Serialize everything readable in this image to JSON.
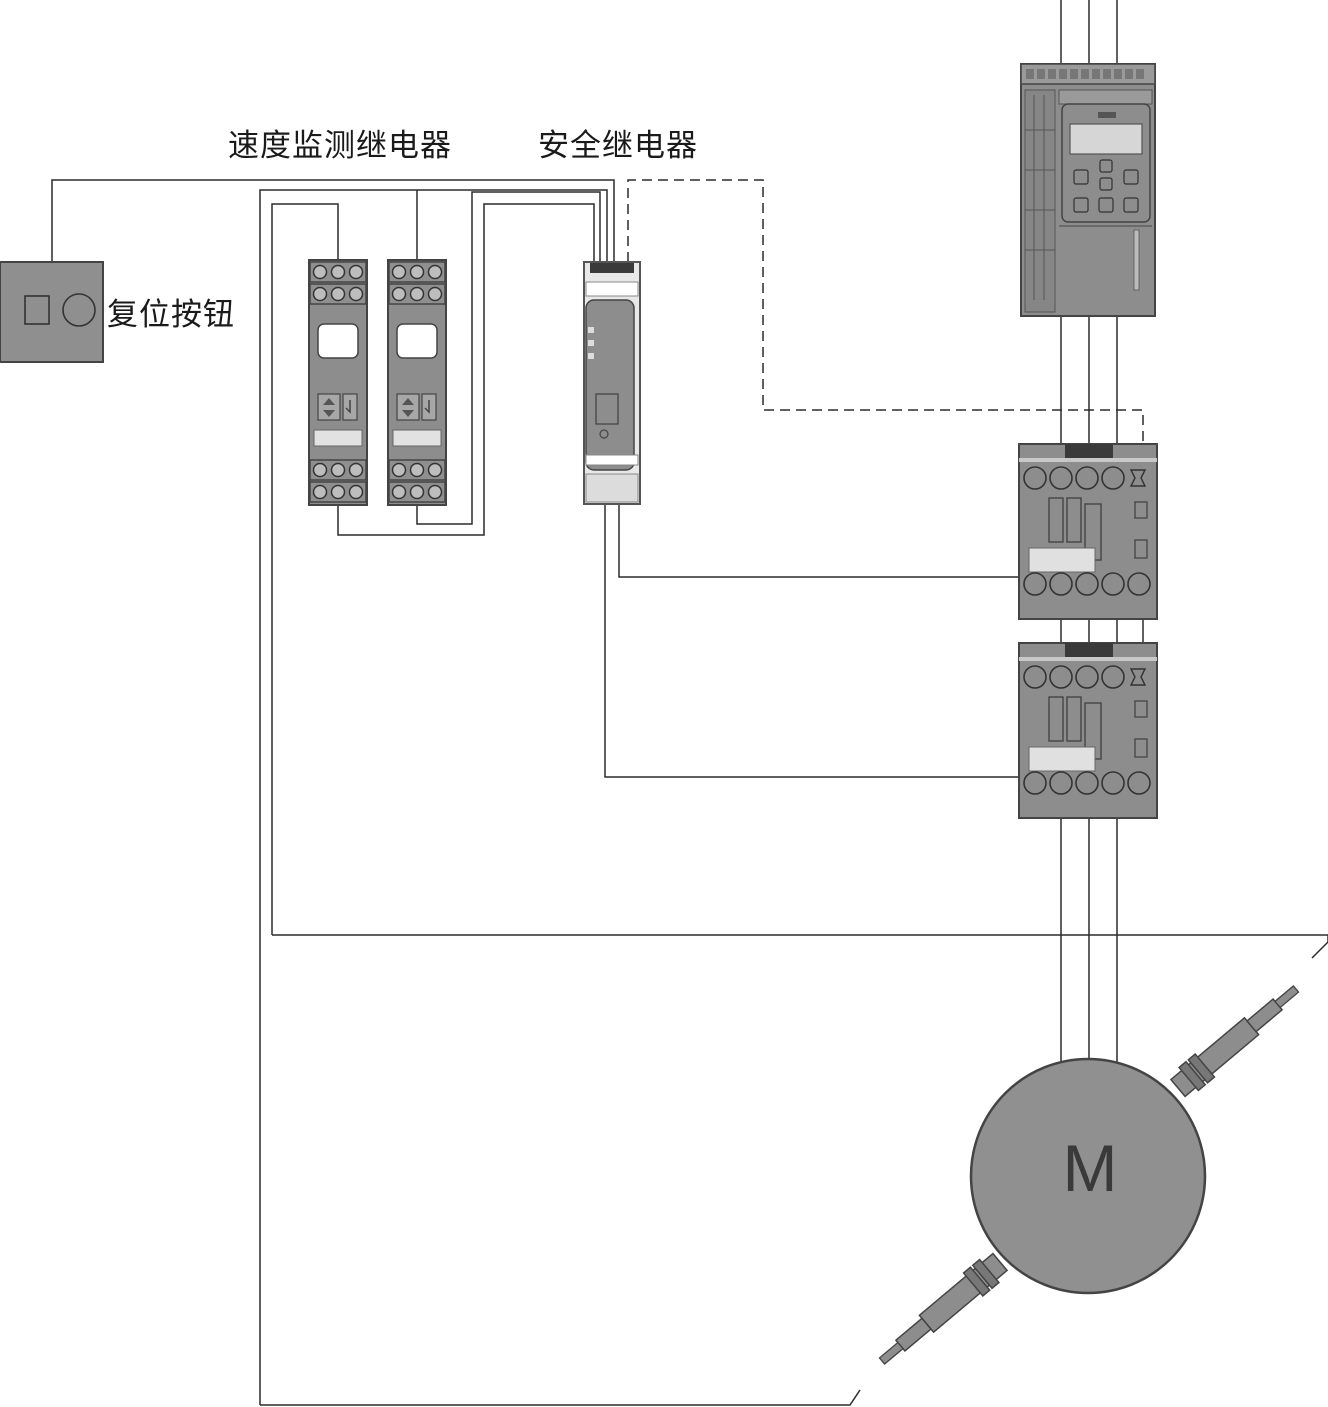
{
  "labels": {
    "speed_relay": "速度监测继电器",
    "safety_relay": "安全继电器",
    "reset_button": "复位按钮",
    "motor": "M"
  },
  "colors": {
    "device_fill": "#8f8f8f",
    "device_light": "#c8c8c8",
    "device_dark": "#5a5a5a",
    "wire": "#2b2b2b",
    "motor_fill": "#909090"
  },
  "icons": [
    "reset-pushbutton-icon",
    "speed-monitoring-relay-icon",
    "safety-relay-icon",
    "frequency-converter-icon",
    "contactor-icon",
    "motor-icon",
    "proximity-sensor-icon"
  ]
}
